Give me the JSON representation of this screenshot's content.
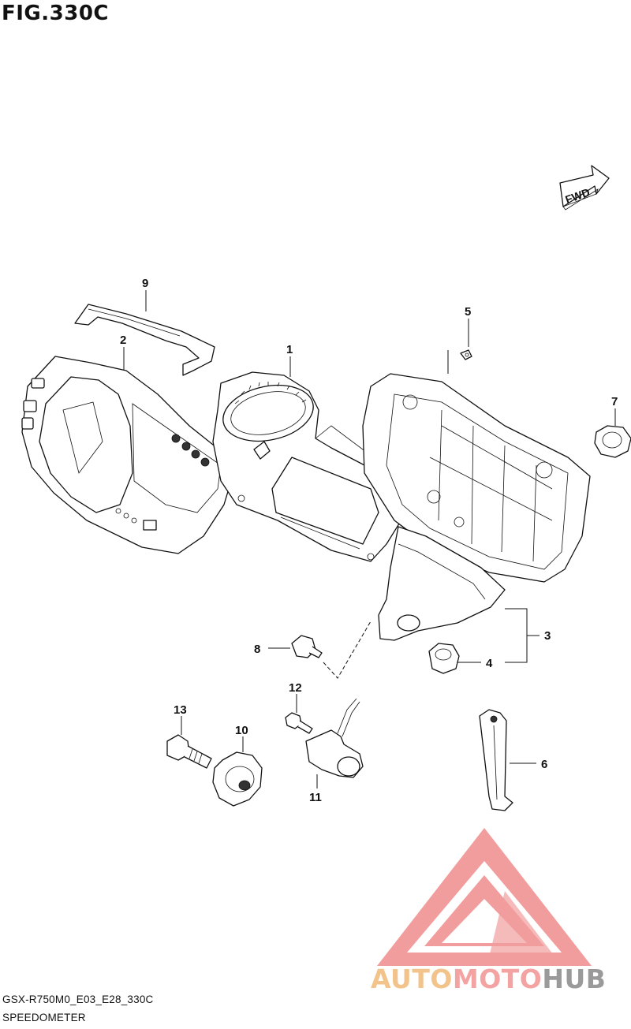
{
  "header": {
    "title": "FIG.330C"
  },
  "footer": {
    "model_code": "GSX-R750M0_E03_E28_330C",
    "section_name": "SPEEDOMETER"
  },
  "direction_arrow": {
    "label": "FWD",
    "icon": "fwd-arrow-icon"
  },
  "callouts": [
    "1",
    "2",
    "3",
    "4",
    "5",
    "6",
    "7",
    "8",
    "9",
    "10",
    "11",
    "12",
    "13"
  ],
  "watermark": {
    "brand_part1": "AUTO",
    "brand_part2": "MOTO",
    "brand_part3": "HUB",
    "color_auto": "#f3c38c",
    "color_moto": "#f4a3a3",
    "color_hub": "#9a9a9a",
    "logo_color": "#f08c8c",
    "icon": "automotohub-logo-icon"
  }
}
